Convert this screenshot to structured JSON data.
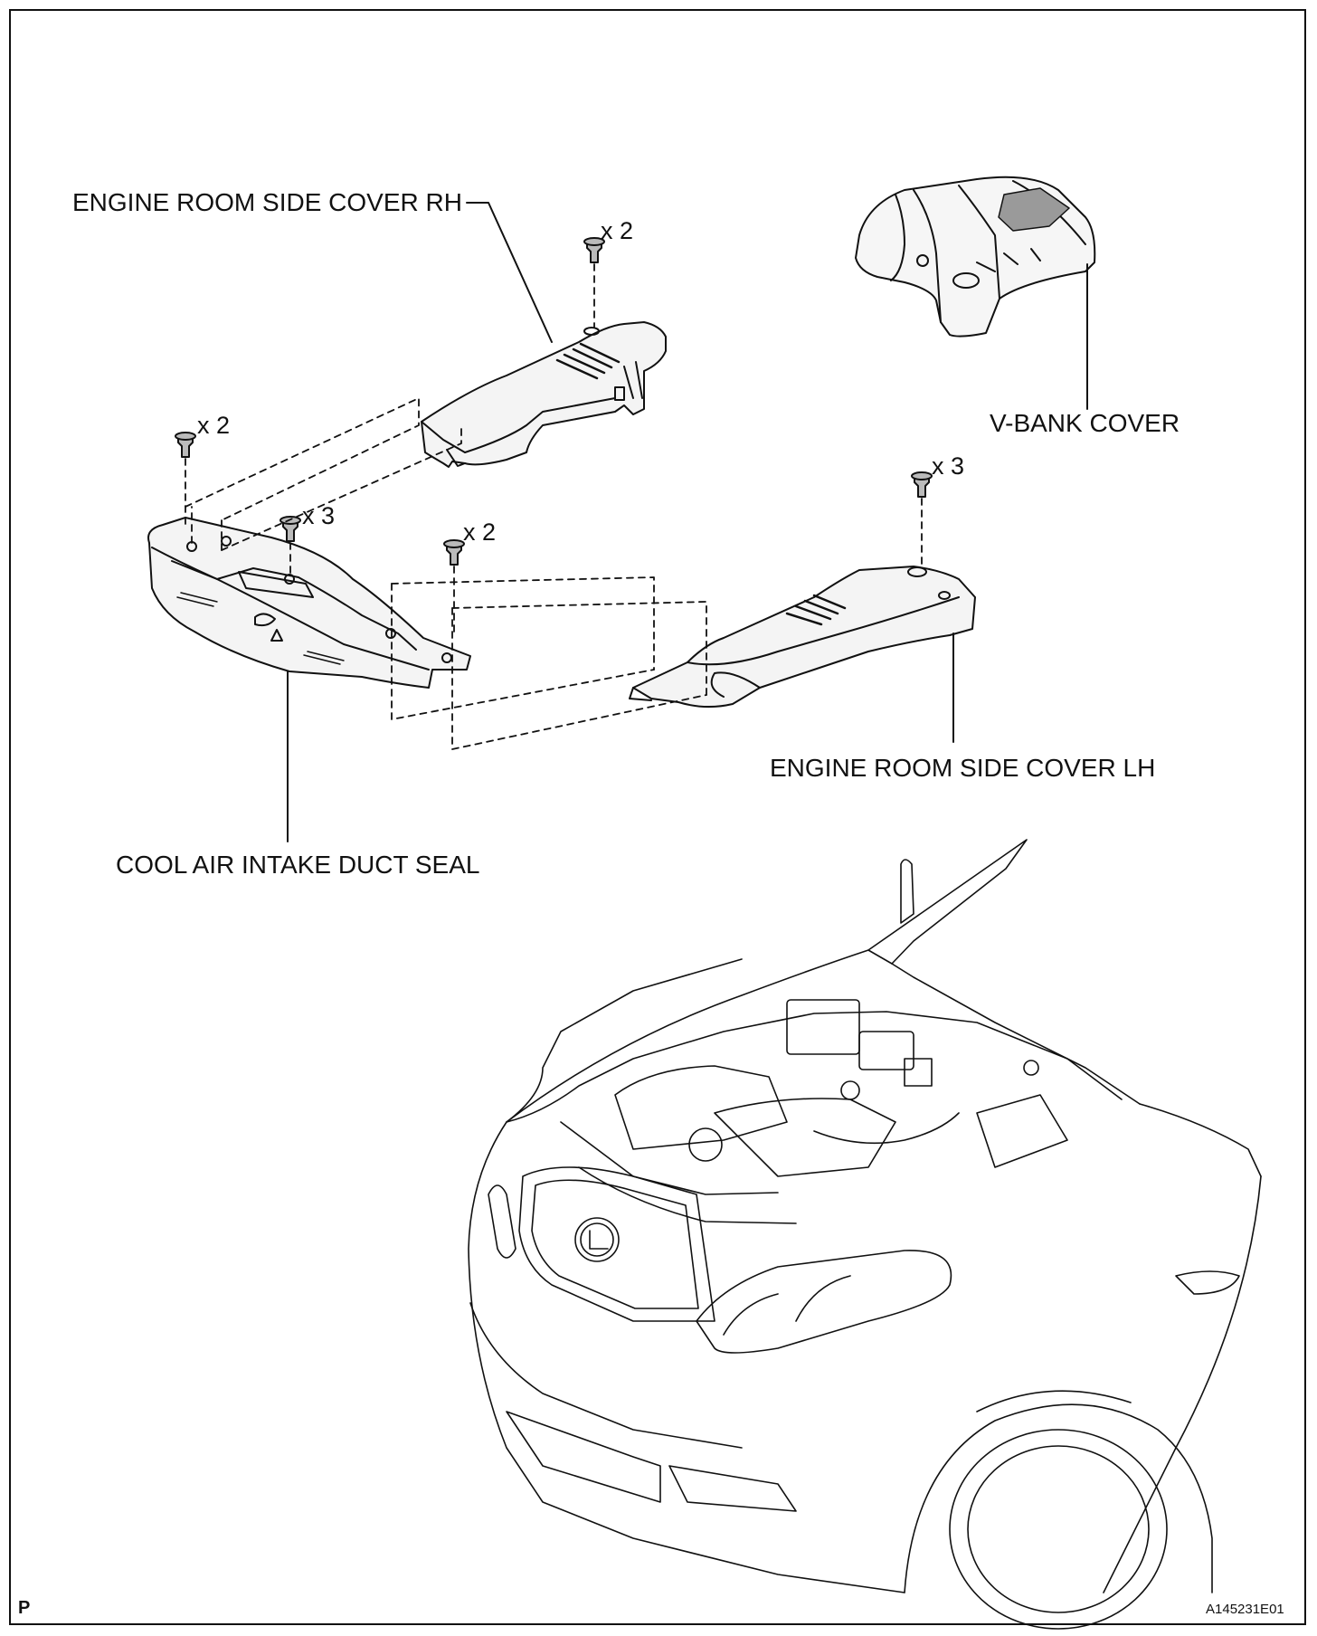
{
  "labels": {
    "engine_room_side_cover_rh": "ENGINE ROOM SIDE COVER RH",
    "v_bank_cover": "V-BANK COVER",
    "engine_room_side_cover_lh": "ENGINE ROOM SIDE COVER LH",
    "cool_air_intake_duct_seal": "COOL AIR INTAKE DUCT SEAL"
  },
  "quantities": {
    "rh_cover_clips": "x 2",
    "seal_left_clips": "x 2",
    "seal_center_clips": "x 3",
    "seal_right_clips": "x 2",
    "lh_cover_clips": "x 3"
  },
  "page_marker": "P",
  "figure_id": "A145231E01",
  "colors": {
    "line": "#111111",
    "background": "#ffffff",
    "fill_light": "#f2f2f2"
  }
}
